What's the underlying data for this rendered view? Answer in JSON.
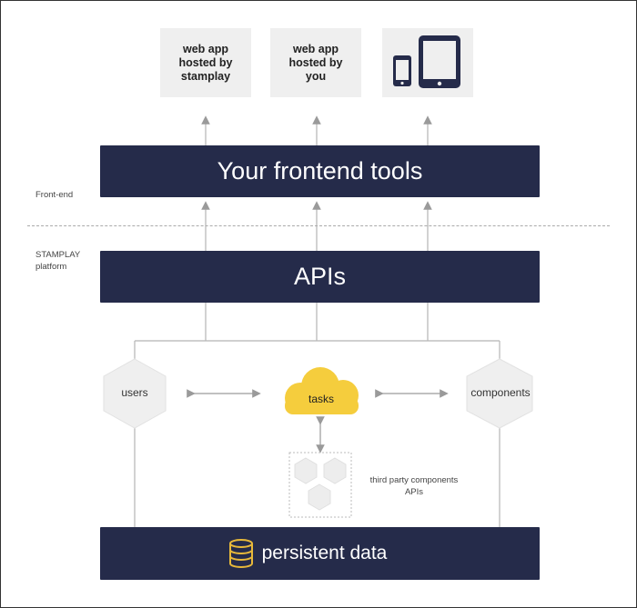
{
  "targets": [
    {
      "label": "web app\nhosted by\nstamplay"
    },
    {
      "label": "web app\nhosted by\nyou"
    },
    {
      "label": "",
      "icon": "mobile-tablet-devices-icon"
    }
  ],
  "frontend_bar": {
    "title": "Your frontend tools"
  },
  "apis_bar": {
    "title": "APIs"
  },
  "layers": {
    "frontend": "Front-end",
    "platform": "STAMPLAY\nplatform"
  },
  "nodes": {
    "users": "users",
    "tasks": "tasks",
    "components": "components"
  },
  "third_party": {
    "label": "third party components\nAPIs"
  },
  "data_bar": {
    "title": "persistent data",
    "icon": "database-icon"
  },
  "colors": {
    "bar": "#252b4a",
    "cloud": "#f5cd3d",
    "hex": "#efefef",
    "arrow": "#9a9a9a"
  }
}
